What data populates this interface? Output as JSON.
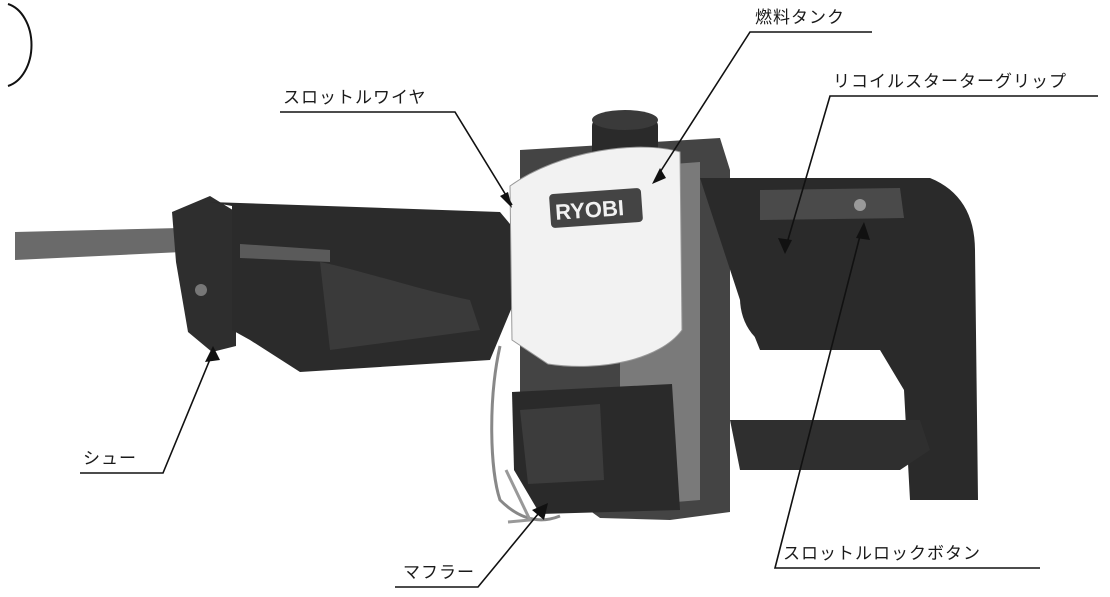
{
  "labels": {
    "fuel_tank": "燃料タンク",
    "throttle_wire": "スロットルワイヤ",
    "recoil_starter_grip": "リコイルスターターグリップ",
    "shoe": "シュー",
    "muffler": "マフラー",
    "throttle_lock_button": "スロットルロックボタン"
  },
  "brand_logo": "RYOBI",
  "colors": {
    "dark_body": "#2b2b2b",
    "mid_body": "#555555",
    "tank_white": "#f2f2f2",
    "blade": "#6a6a6a",
    "line": "#111111"
  }
}
